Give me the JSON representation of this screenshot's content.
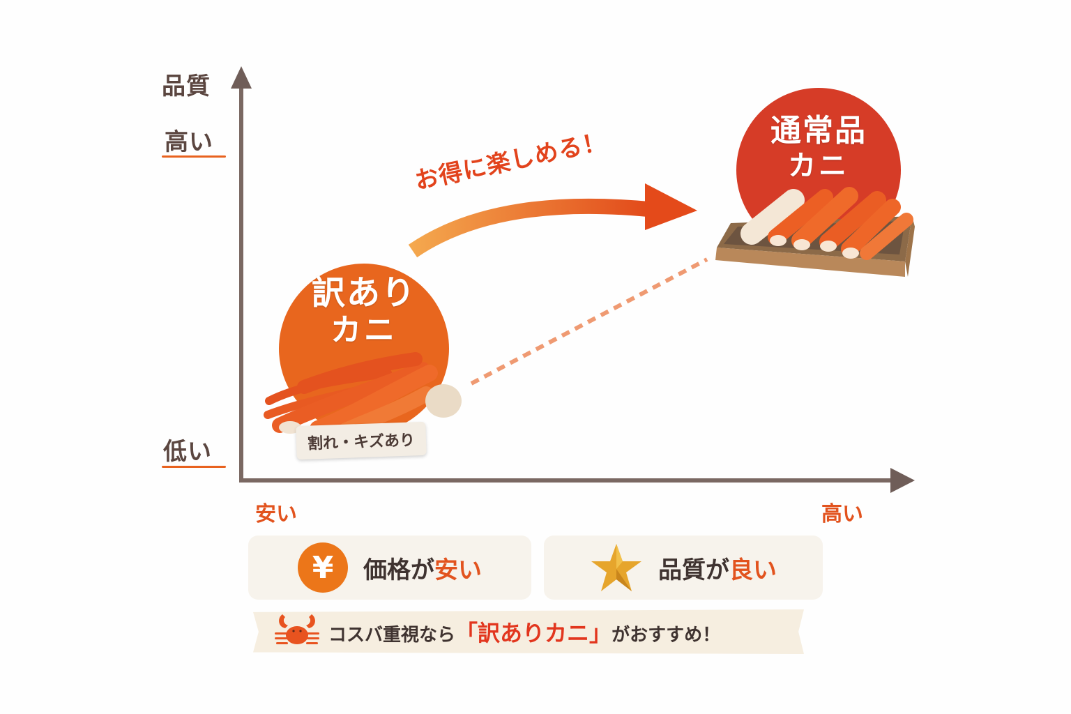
{
  "y_axis": {
    "title": "品質",
    "high_label": "高い",
    "low_label": "低い"
  },
  "x_axis": {
    "low_label": "安い",
    "high_label": "高い"
  },
  "arrow_caption": "お得に楽しめる！",
  "items": {
    "discount_crab": {
      "line1": "訳あり",
      "line2": "カニ",
      "tag": "割れ・キズあり",
      "color": "#e8661e"
    },
    "regular_crab": {
      "line1": "通常品",
      "line2": "カニ",
      "color": "#d63c27"
    }
  },
  "cards": [
    {
      "icon": "yen-icon",
      "icon_glyph": "¥",
      "text_prefix": "価格が",
      "text_highlight": "安い"
    },
    {
      "icon": "star-icon",
      "text_prefix": "品質が",
      "text_highlight": "良い"
    }
  ],
  "banner": {
    "prefix": "コスバ重視なら",
    "open_quote": "「",
    "highlight": "訳ありカニ",
    "close_quote": "」",
    "suffix": "がおすすめ！"
  },
  "colors": {
    "axis": "#6f5d58",
    "accent_orange": "#e8621f",
    "accent_red": "#d63c27",
    "card_bg": "#f7f3ec"
  }
}
